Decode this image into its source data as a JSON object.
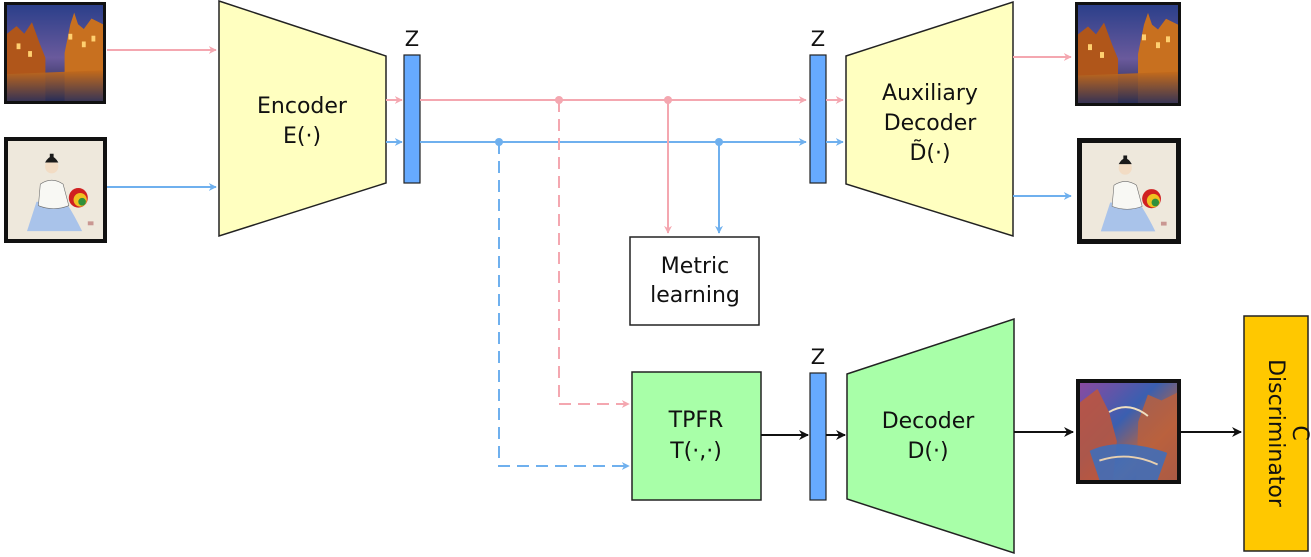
{
  "colors": {
    "encoder_fill": "#ffffc0",
    "decoder_fill": "#a8ffa8",
    "tpfr_fill": "#a8ffa8",
    "discriminator_fill": "#ffc800",
    "latent_fill": "#66aaff",
    "content_arrow": "#f4a7b0",
    "style_arrow": "#6fb0ee",
    "main_arrow": "#111111"
  },
  "encoder": {
    "line1": "Encoder",
    "line2": "E(·)"
  },
  "latent_top_left": {
    "label": "Z"
  },
  "latent_top_right": {
    "label": "Z"
  },
  "latent_bottom": {
    "label": "Z"
  },
  "aux_decoder": {
    "line1": "Auxiliary",
    "line2": "Decoder",
    "line3": "D̃(·)"
  },
  "metric_learning": {
    "line1": "Metric",
    "line2": "learning"
  },
  "tpfr": {
    "line1": "TPFR",
    "line2": "T(·,·)"
  },
  "decoder": {
    "line1": "Decoder",
    "line2": "D(·)"
  },
  "discriminator": {
    "line1": "Discriminator",
    "line2": "C"
  },
  "images": {
    "content_input": "content-photo",
    "style_input": "style-painting",
    "content_recon": "reconstructed-content-photo",
    "style_recon": "reconstructed-style-painting",
    "stylized_output": "stylized-output"
  }
}
